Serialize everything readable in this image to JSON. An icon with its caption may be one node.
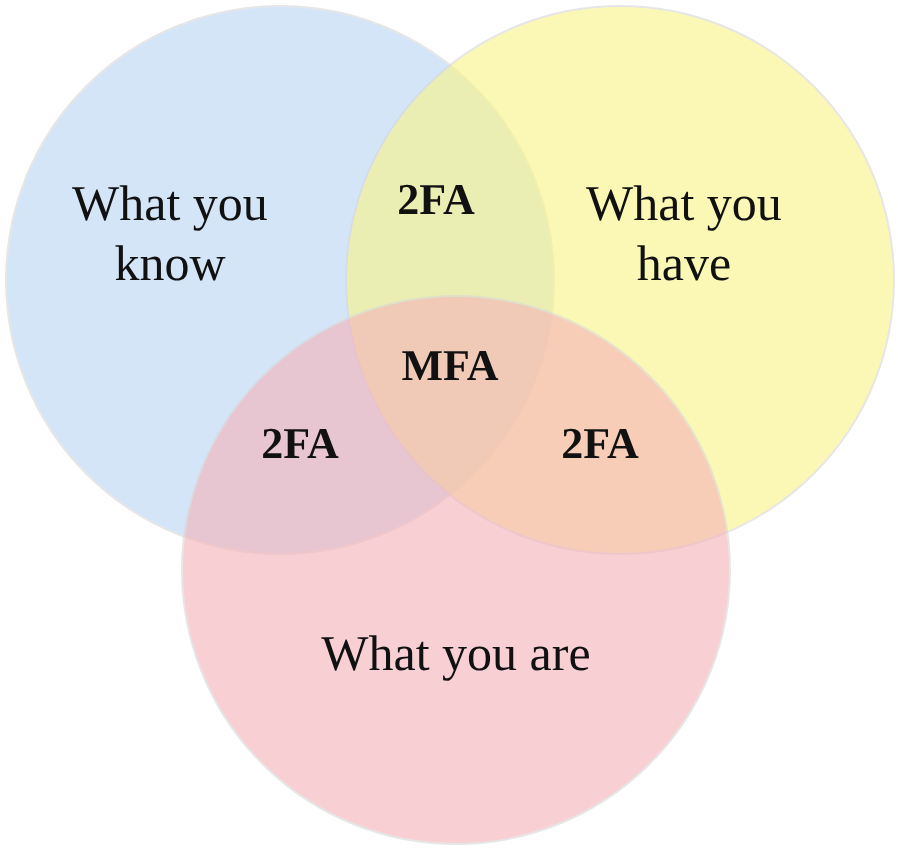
{
  "diagram": {
    "nodes": [
      {
        "text": [
          "What you know"
        ]
      },
      {
        "text": [
          "What you have"
        ]
      },
      {
        "text": [
          "What you are"
        ]
      }
    ],
    "labels": [
      "2FA",
      "MFA",
      "2FA",
      "2FA"
    ]
  }
}
